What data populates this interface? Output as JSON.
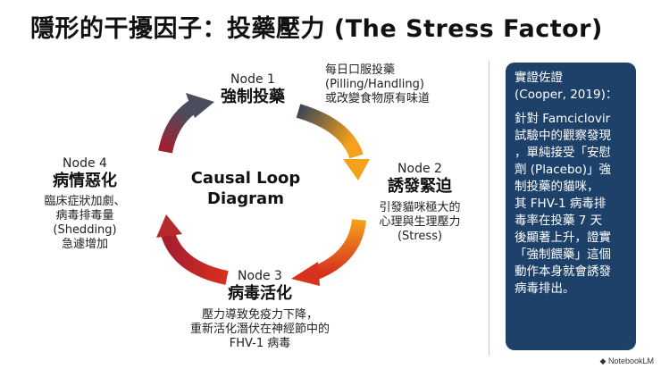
{
  "title": "隱形的干擾因子：投藥壓力 (The Stress Factor)",
  "center_label": [
    "Causal Loop",
    "Diagram"
  ],
  "nodes": [
    {
      "label": "Node 1",
      "title": "強制投藥",
      "note": [
        "每日口服投藥",
        "(Pilling/Handling)",
        "或改變食物原有味道"
      ]
    },
    {
      "label": "Node 2",
      "title": "誘發緊迫",
      "note": [
        "引發貓咪極大的",
        "心理與生理壓力",
        "(Stress)"
      ]
    },
    {
      "label": "Node 3",
      "title": "病毒活化",
      "note": [
        "壓力導致免疫力下降，",
        "重新活化潛伏在神經節中的",
        "FHV-1 病毒"
      ]
    },
    {
      "label": "Node 4",
      "title": "病情惡化",
      "note": [
        "臨床症狀加劇、",
        "病毒排毒量",
        "(Shedding)",
        "急遽增加"
      ]
    }
  ],
  "evidence": {
    "heading": [
      "實證佐證",
      "(Cooper, 2019)："
    ],
    "lines": [
      "針對 Famciclovir",
      "試驗中的觀察發現",
      "，單純接受「安慰",
      "劑 (Placebo)」強",
      "制投藥的貓咪，",
      "其 FHV-1 病毒排",
      "毒率在投藥 7 天",
      "後顯著上升，證實",
      "「強制餵藥」這個",
      "動作本身就會誘發",
      "病毒排出。"
    ]
  },
  "colors": {
    "panel": "#1d4168",
    "arrow_dark": "#3c4656",
    "arrow_orange": "#f4a11b",
    "arrow_red": "#d8311e",
    "arrow_crimson": "#a51e2f"
  },
  "footer": "NotebookLM"
}
